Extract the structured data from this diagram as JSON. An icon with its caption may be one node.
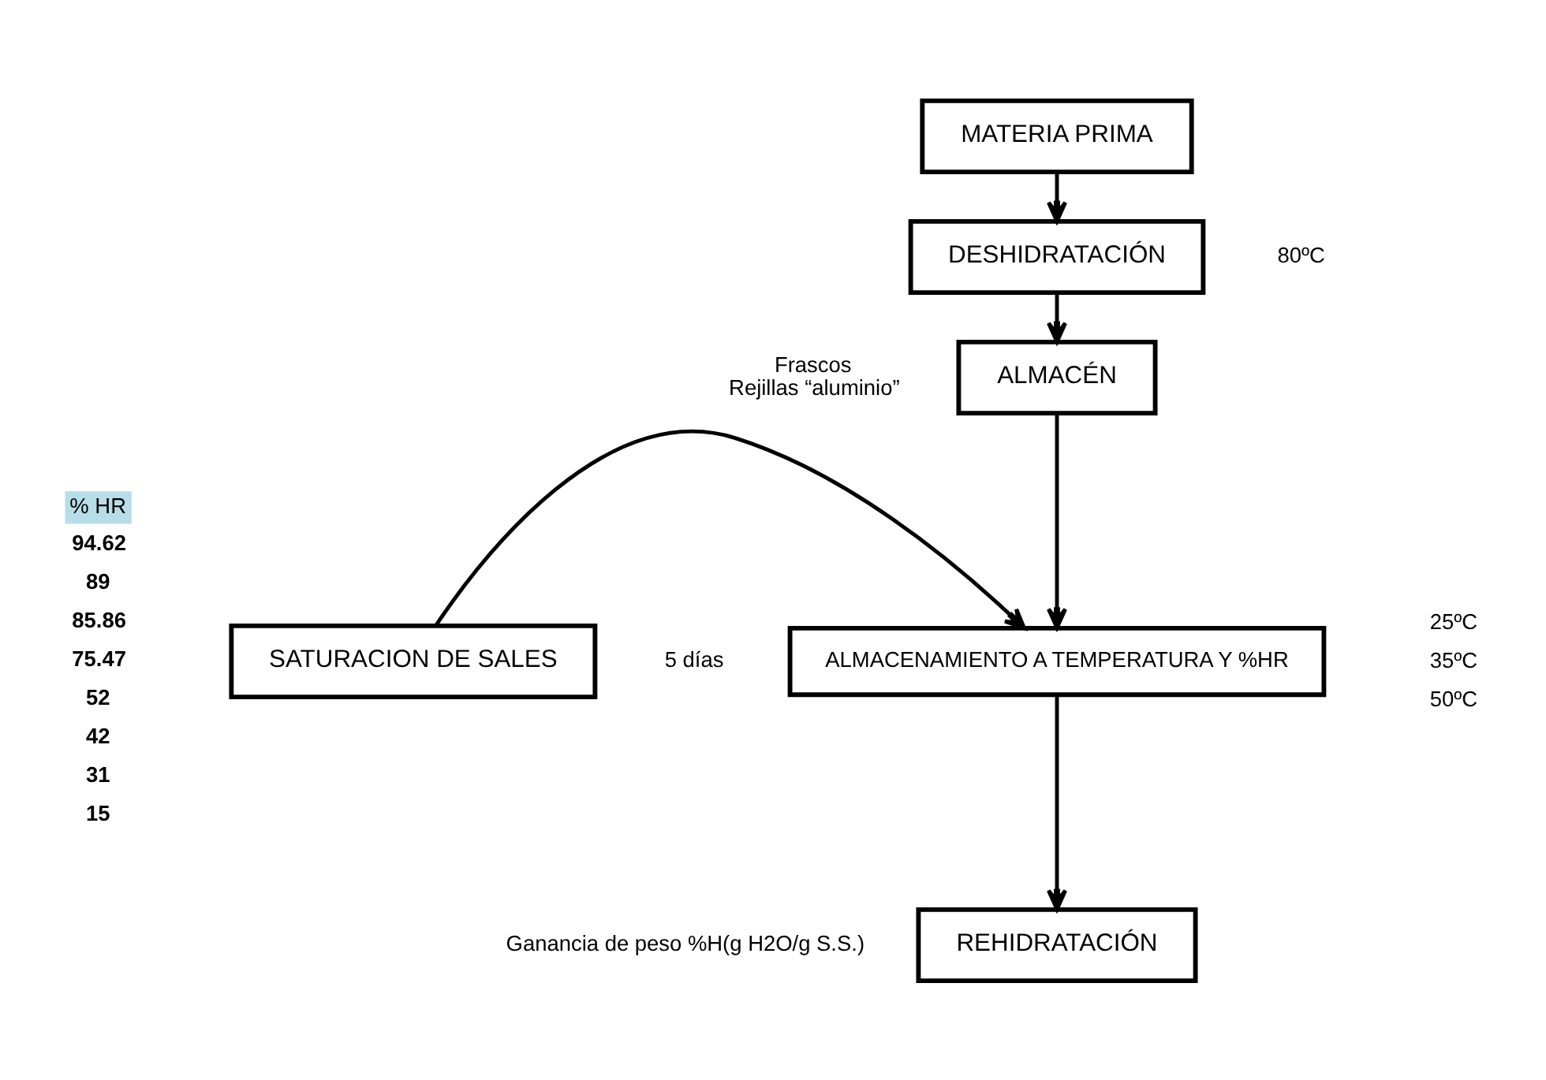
{
  "diagram": {
    "nodes": [
      {
        "text": [
          "MATERIA PRIMA"
        ]
      },
      {
        "text": [
          "DESHIDRATACIÓN"
        ],
        "beside": [
          "80ºC"
        ]
      },
      {
        "text": [
          "ALMACÉN"
        ],
        "beside": [
          "Frascos",
          "Rejillas “aluminio”"
        ]
      },
      {
        "text": [
          "SATURACION DE SALES"
        ]
      },
      {
        "text": [
          "ALMACENAMIENTO A TEMPERATURA Y %HR"
        ],
        "beside": [
          "5 días"
        ]
      },
      {
        "text": [
          "REHIDRATACIÓN"
        ],
        "beside": [
          "Ganancia de peso %H(g H2O/g S.S.)"
        ]
      }
    ],
    "edges": [
      {
        "from": 0,
        "to": 1,
        "arrow": "to"
      },
      {
        "from": 1,
        "to": 2,
        "arrow": "to"
      },
      {
        "from": 2,
        "to": 4,
        "arrow": "to"
      },
      {
        "from": 3,
        "to": 4,
        "arrow": "to"
      },
      {
        "from": 4,
        "to": 5,
        "arrow": "to"
      }
    ],
    "labels": [
      "% HR",
      "94.62",
      "89",
      "85.86",
      "75.47",
      "52",
      "42",
      "31",
      "15",
      "25ºC",
      "35ºC",
      "50ºC"
    ]
  }
}
